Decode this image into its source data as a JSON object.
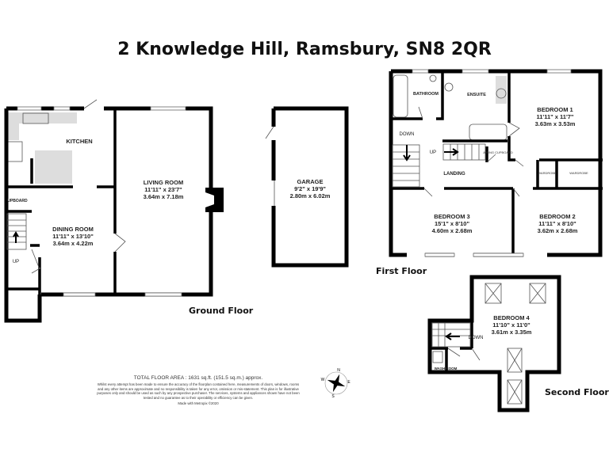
{
  "title": "2 Knowledge Hill, Ramsbury, SN8 2QR",
  "floors": {
    "ground": "Ground Floor",
    "first": "First Floor",
    "second": "Second Floor"
  },
  "rooms": {
    "kitchen": {
      "name": "KITCHEN"
    },
    "living": {
      "name": "LIVING ROOM",
      "imperial": "11'11\"  x 23'7\"",
      "metric": "3.64m  x 7.18m"
    },
    "dining": {
      "name": "DINING ROOM",
      "imperial": "11'11\"  x 13'10\"",
      "metric": "3.64m  x 4.22m"
    },
    "cupboard": {
      "name": "UPBOARD"
    },
    "garage": {
      "name": "GARAGE",
      "imperial": "9'2\"  x 19'9\"",
      "metric": "2.80m  x 6.02m"
    },
    "bathroom": {
      "name": "BATHROOM"
    },
    "ensuite": {
      "name": "ENSUITE"
    },
    "bedroom1": {
      "name": "BEDROOM 1",
      "imperial": "11'11\"  x 11'7\"",
      "metric": "3.63m  x 3.53m"
    },
    "bedroom2": {
      "name": "BEDROOM 2",
      "imperial": "11'11\"  x 8'10\"",
      "metric": "3.62m  x 2.68m"
    },
    "bedroom3": {
      "name": "BEDROOM 3",
      "imperial": "15'1\"  x 8'10\"",
      "metric": "4.60m  x 2.68m"
    },
    "bedroom4": {
      "name": "BEDROOM 4",
      "imperial": "11'10\"  x 11'0\"",
      "metric": "3.61m  x 3.35m"
    },
    "landing": {
      "name": "LANDING"
    },
    "wardrobe1": {
      "name": "WARDROBE"
    },
    "wardrobe2": {
      "name": "WARDROBE"
    },
    "airing": {
      "name": "AIRING CUPBOARD"
    },
    "washroom": {
      "name": "WASH ROOM"
    }
  },
  "stairs": {
    "up_ground": "UP",
    "down_first": "DOWN",
    "up_first": "UP",
    "down_second": "DOWN"
  },
  "compass": {
    "n": "N",
    "e": "E",
    "s": "S",
    "w": "W"
  },
  "footer": {
    "total_area": "TOTAL FLOOR AREA : 1631 sq.ft. (151.5 sq.m.) approx.",
    "disclaimer": "Whilst every attempt has been made to ensure the accuracy of the floorplan contained here, measurements of doors, windows, rooms and any other items are approximate and no responsibility is taken for any error, omission or mis-statement. This plan is for illustrative purposes only and should be used as such by any prospective purchaser. The services, systems and appliances shown have not been tested and no guarantee as to their operability or efficiency can be given.",
    "credit": "Made with Metropix ©2020"
  }
}
